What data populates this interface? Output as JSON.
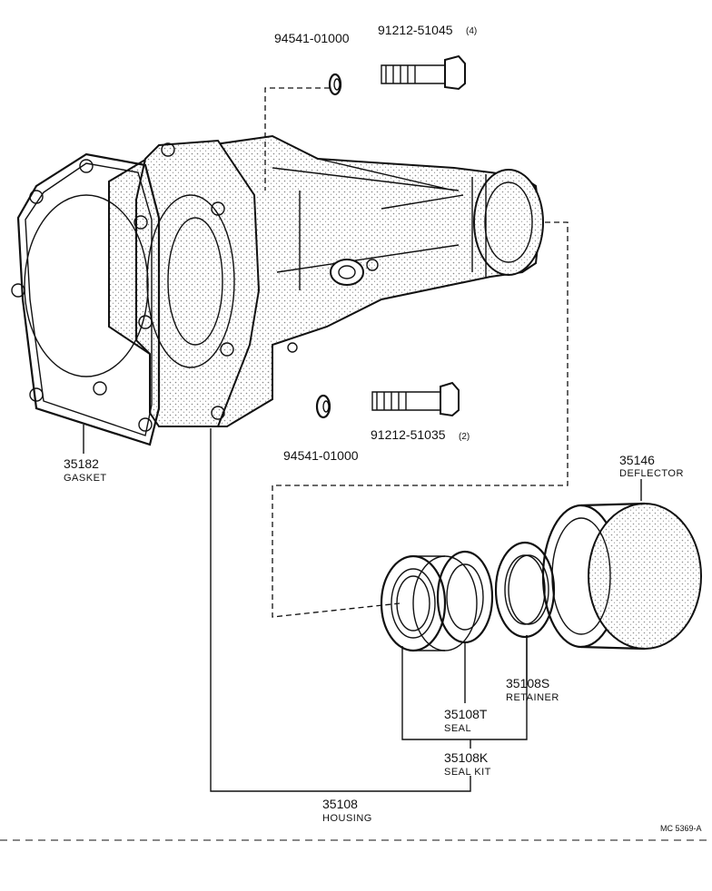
{
  "parts": {
    "washer_top": "94541-01000",
    "bolt_top": "91212-51045",
    "bolt_top_qty": "(4)",
    "washer_bottom": "94541-01000",
    "bolt_bottom": "91212-51035",
    "bolt_bottom_qty": "(2)",
    "gasket_no": "35182",
    "gasket_name": "GASKET",
    "deflector_no": "35146",
    "deflector_name": "DEFLECTOR",
    "retainer_no": "35108S",
    "retainer_name": "RETAINER",
    "seal_no": "35108T",
    "seal_name": "SEAL",
    "sealkit_no": "35108K",
    "sealkit_name": "SEAL KIT",
    "housing_no": "35108",
    "housing_name": "HOUSING"
  },
  "figure_code": "MC 5369-A"
}
